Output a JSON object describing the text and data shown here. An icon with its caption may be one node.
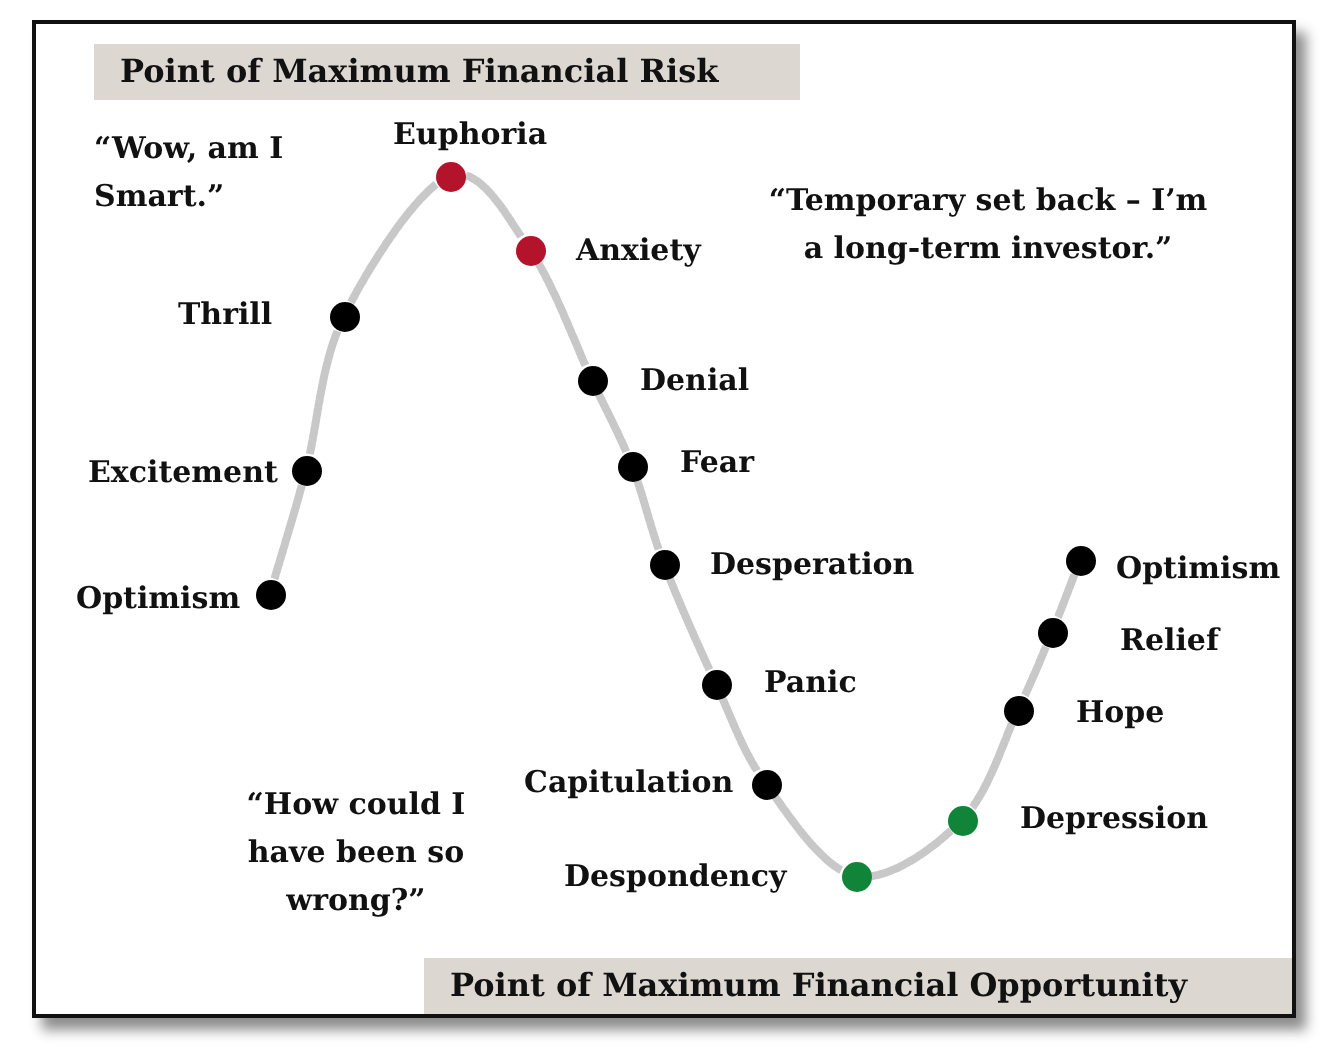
{
  "diagram": {
    "nodes": [
      {
        "text": [
          "Point of Maximum Financial Risk"
        ]
      },
      {
        "text": [],
        "shape": "circle",
        "beside": [
          "Optimism"
        ]
      },
      {
        "text": [],
        "shape": "circle",
        "beside": [
          "Excitement"
        ]
      },
      {
        "text": [],
        "shape": "circle",
        "beside": [
          "Thrill"
        ]
      },
      {
        "text": [],
        "shape": "circle",
        "beside": [
          "Euphoria"
        ]
      },
      {
        "text": [],
        "shape": "circle",
        "beside": [
          "Anxiety"
        ]
      },
      {
        "text": [],
        "shape": "circle",
        "beside": [
          "Denial"
        ]
      },
      {
        "text": [],
        "shape": "circle",
        "beside": [
          "Fear"
        ]
      },
      {
        "text": [],
        "shape": "circle",
        "beside": [
          "Desperation"
        ]
      },
      {
        "text": [],
        "shape": "circle",
        "beside": [
          "Panic"
        ]
      },
      {
        "text": [],
        "shape": "circle",
        "beside": [
          "Capitulation"
        ]
      },
      {
        "text": [],
        "shape": "circle",
        "beside": [
          "Despondency"
        ]
      },
      {
        "text": [],
        "shape": "circle",
        "beside": [
          "Depression"
        ]
      },
      {
        "text": [],
        "shape": "circle",
        "beside": [
          "Hope"
        ]
      },
      {
        "text": [],
        "shape": "circle",
        "beside": [
          "Relief"
        ]
      },
      {
        "text": [],
        "shape": "circle",
        "beside": [
          "Optimism"
        ]
      },
      {
        "text": [
          "Point of Maximum Financial Opportunity"
        ]
      }
    ],
    "edges": [
      {
        "from": 1,
        "to": 2,
        "arrow": "none"
      },
      {
        "from": 2,
        "to": 3,
        "arrow": "none"
      },
      {
        "from": 3,
        "to": 4,
        "arrow": "none"
      },
      {
        "from": 4,
        "to": 5,
        "arrow": "none"
      },
      {
        "from": 5,
        "to": 6,
        "arrow": "none"
      },
      {
        "from": 6,
        "to": 7,
        "arrow": "none"
      },
      {
        "from": 7,
        "to": 8,
        "arrow": "none"
      },
      {
        "from": 8,
        "to": 9,
        "arrow": "none"
      },
      {
        "from": 9,
        "to": 10,
        "arrow": "none"
      },
      {
        "from": 10,
        "to": 11,
        "arrow": "none"
      },
      {
        "from": 11,
        "to": 12,
        "arrow": "none"
      },
      {
        "from": 12,
        "to": 13,
        "arrow": "none"
      },
      {
        "from": 13,
        "to": 14,
        "arrow": "none"
      },
      {
        "from": 14,
        "to": 15,
        "arrow": "none"
      }
    ],
    "labels": [
      "“Wow, am I Smart.”",
      "“Temporary set back – I’m a long-term investor.”",
      "“How could I have been so wrong?”"
    ]
  }
}
